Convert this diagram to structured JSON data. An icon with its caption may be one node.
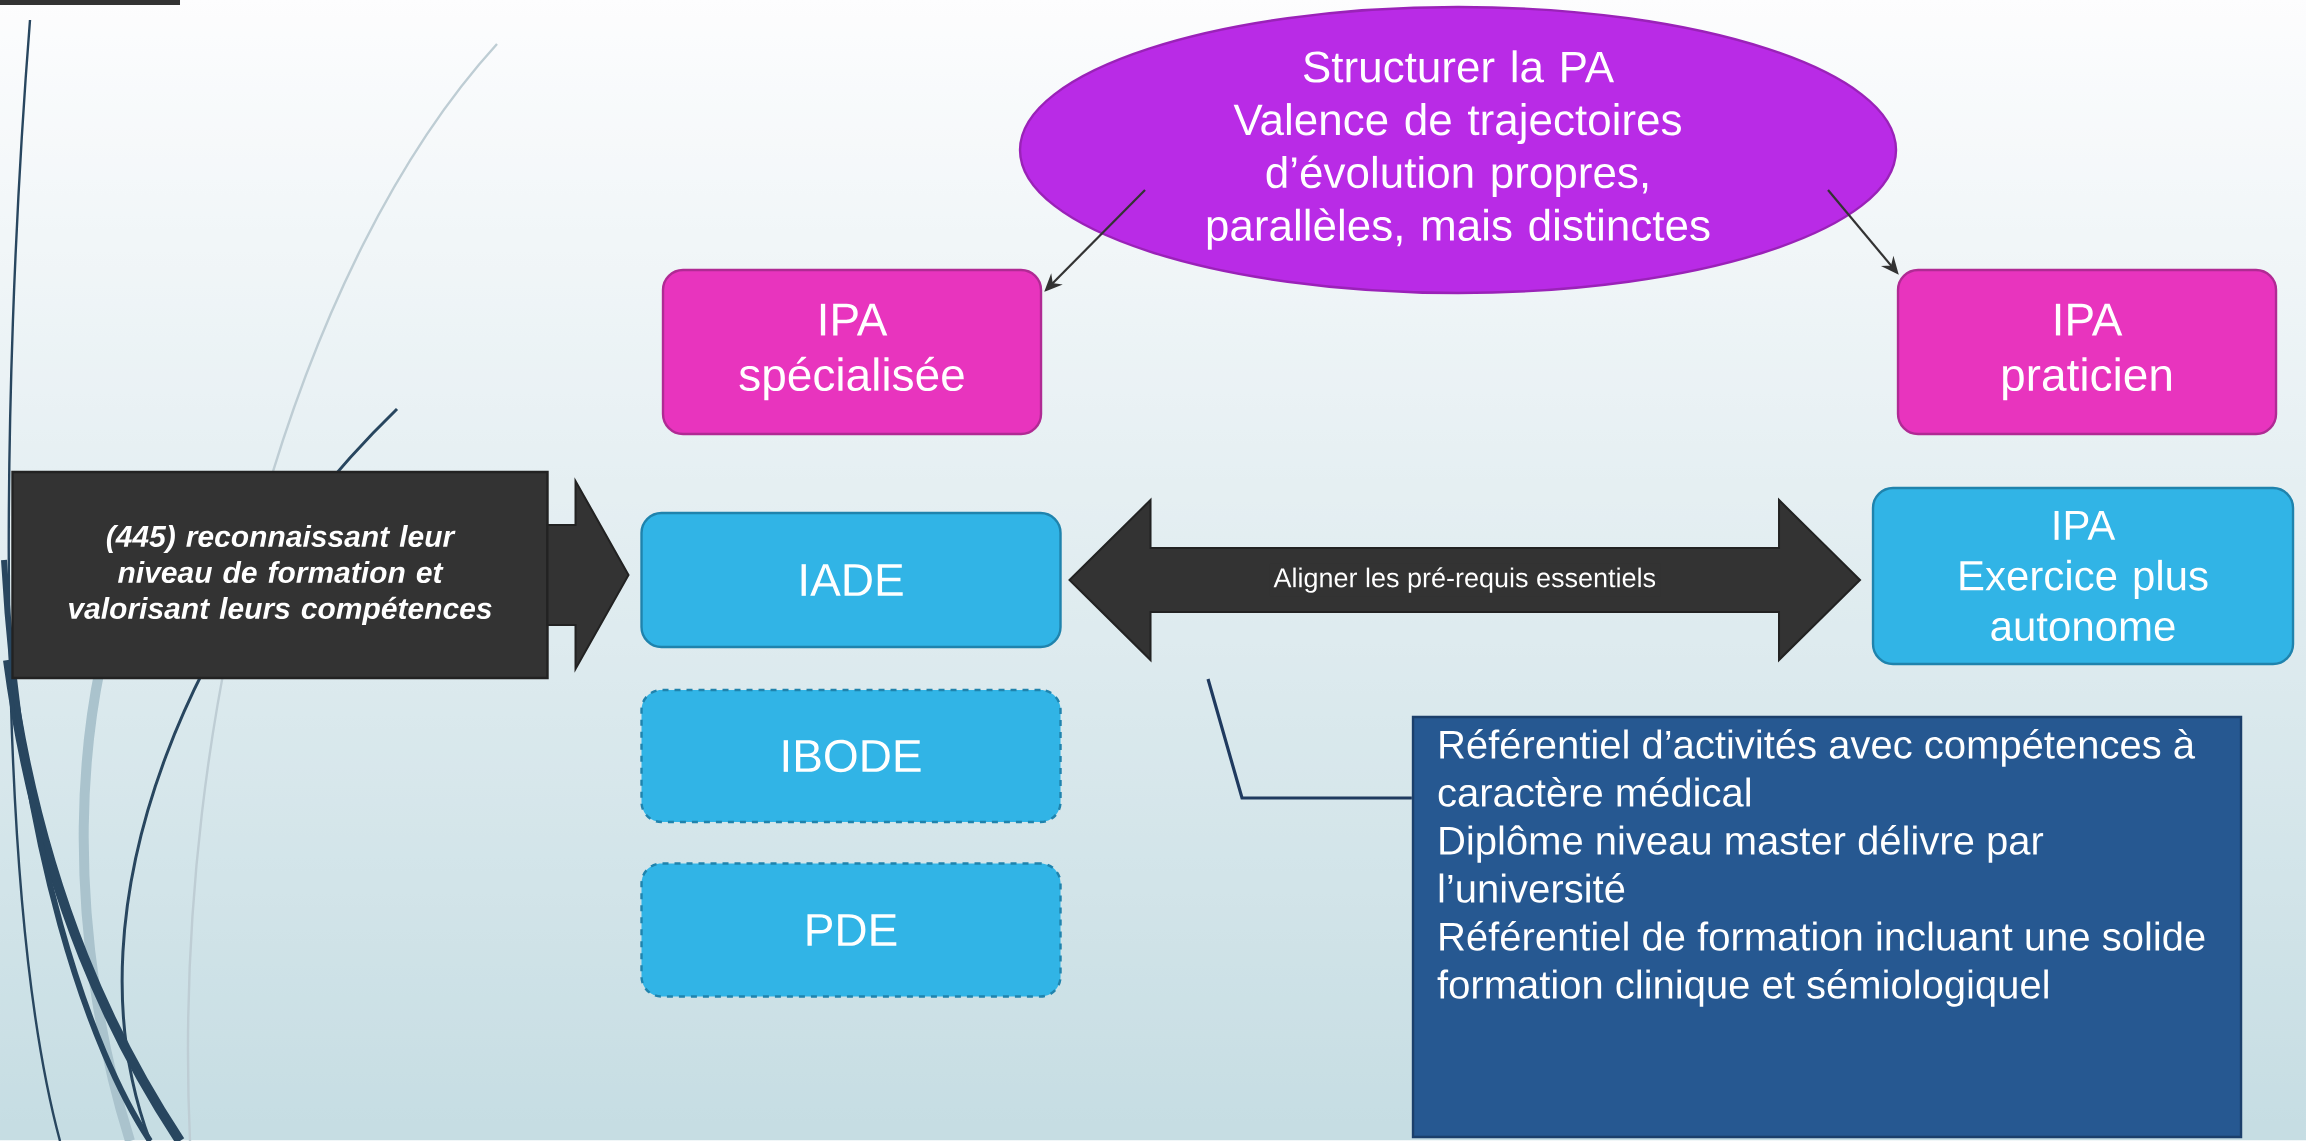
{
  "diagram": {
    "nodes": [
      {
        "text": [
          "Structurer la PA",
          "Valence de trajectoires d’évolution propres, parallèles, mais distinctes"
        ]
      },
      {
        "text": [
          "IPA",
          "spécialisée"
        ]
      },
      {
        "text": [
          "IPA",
          "praticien"
        ]
      },
      {
        "text": [
          "(445) reconnaissant leur niveau de formation et valorisant leurs compétences"
        ]
      },
      {
        "text": [
          "IADE"
        ]
      },
      {
        "text": [
          "IPA",
          "Exercice plus autonome"
        ]
      },
      {
        "text": [
          "IBODE"
        ]
      },
      {
        "text": [
          "PDE"
        ]
      },
      {
        "text": [
          "Référentiel d’activités avec compétences à caractère médical",
          "Diplôme niveau master délivre par l’université",
          "Référentiel de formation incluant une solide formation clinique et sémiologiquel"
        ]
      }
    ],
    "edges": [
      {
        "from": 0,
        "to": 1,
        "arrow": "to"
      },
      {
        "from": 0,
        "to": 2,
        "arrow": "to"
      },
      {
        "from": 3,
        "to": 4,
        "arrow": "to",
        "style": "thick"
      },
      {
        "from": 4,
        "to": 5,
        "arrow": "both",
        "label": "Aligner les pré-requis essentiels",
        "style": "thick"
      },
      {
        "from": 8,
        "to": null,
        "arrow": "none",
        "color": "#1f3a5f"
      }
    ]
  }
}
